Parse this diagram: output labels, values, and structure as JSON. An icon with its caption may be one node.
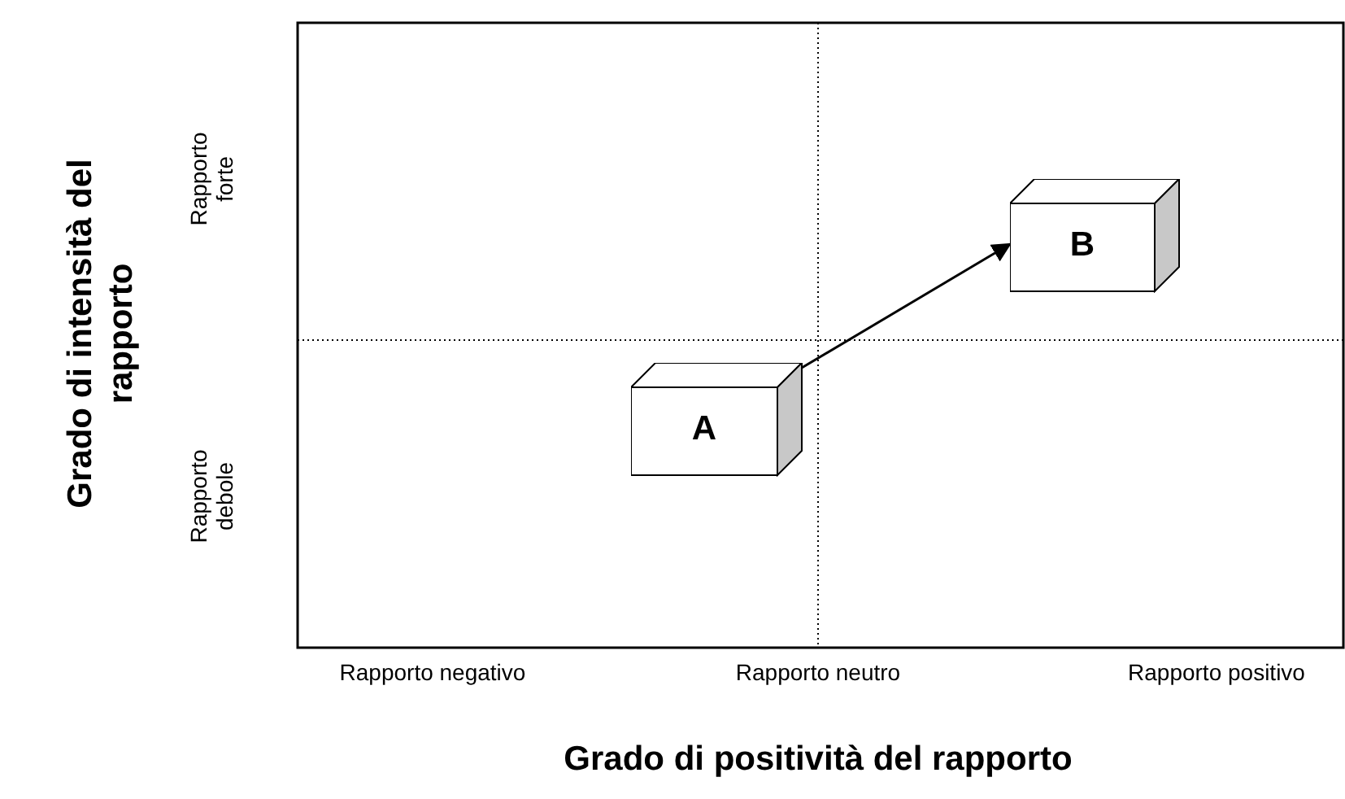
{
  "diagram": {
    "nodes": [
      {
        "text": [
          "A"
        ]
      },
      {
        "text": [
          "B"
        ]
      }
    ],
    "edges": [
      {
        "from": 0,
        "to": 1,
        "arrow": "to"
      }
    ],
    "labels": [
      "Grado di intensità del rapporto",
      "Rapporto forte",
      "Rapporto debole",
      "Rapporto negativo",
      "Rapporto neutro",
      "Rapporto positivo",
      "Grado di positività del rapporto"
    ]
  }
}
